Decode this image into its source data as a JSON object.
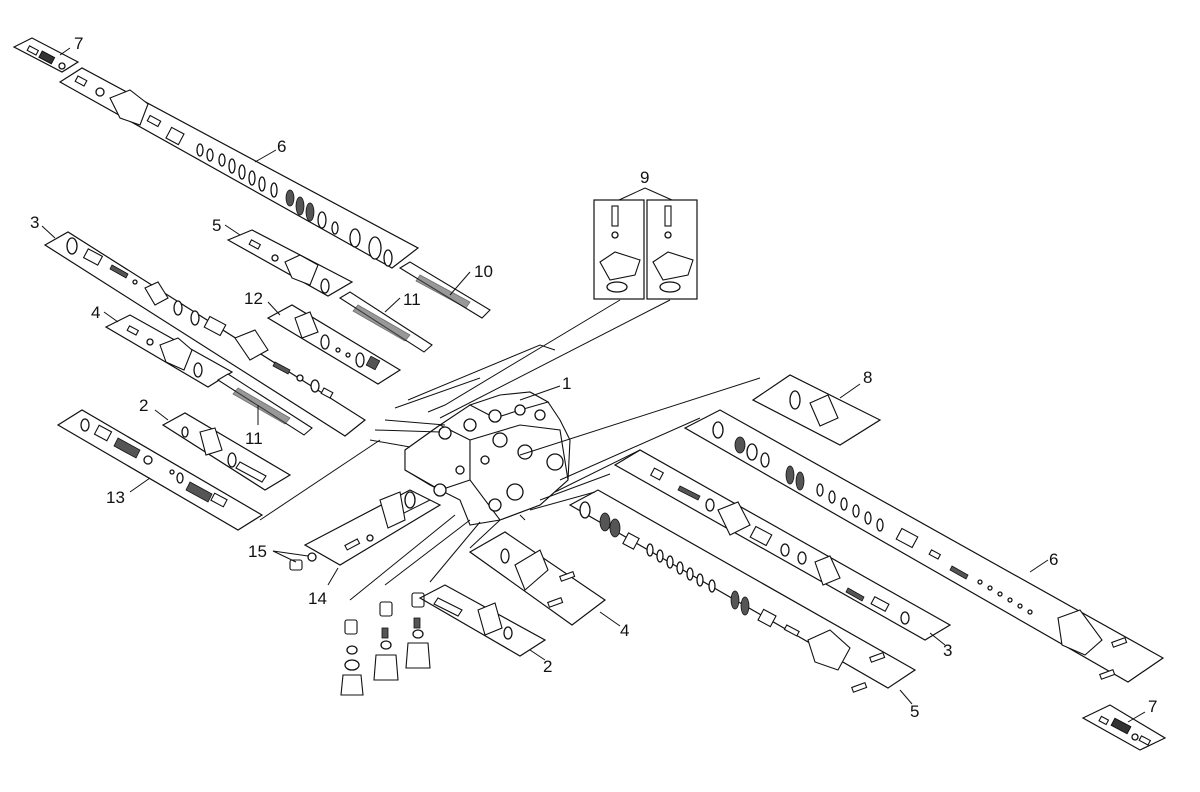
{
  "callouts": {
    "c1": "1",
    "c2a": "2",
    "c2b": "2",
    "c3a": "3",
    "c3b": "3",
    "c4a": "4",
    "c4b": "4",
    "c5a": "5",
    "c5b": "5",
    "c6a": "6",
    "c6b": "6",
    "c7a": "7",
    "c7b": "7",
    "c8": "8",
    "c9": "9",
    "c10": "10",
    "c11a": "11",
    "c11b": "11",
    "c12": "12",
    "c13": "13",
    "c14": "14",
    "c15": "15"
  }
}
